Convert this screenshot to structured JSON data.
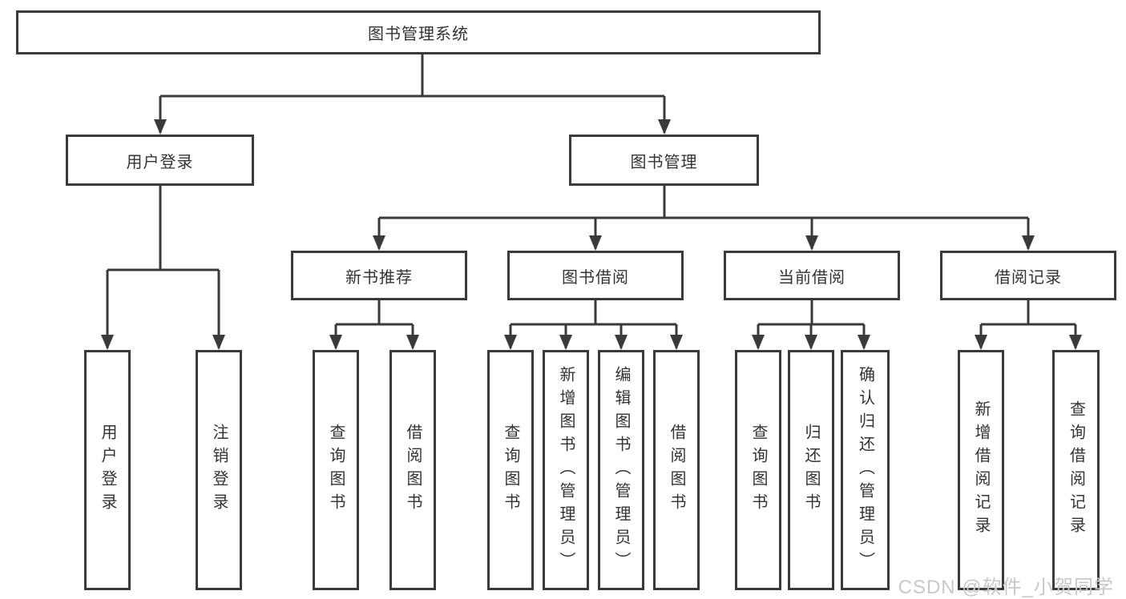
{
  "diagram": {
    "root": {
      "label": "图书管理系统"
    },
    "level2": [
      {
        "label": "用户登录"
      },
      {
        "label": "图书管理"
      }
    ],
    "level3": [
      {
        "label": "新书推荐"
      },
      {
        "label": "图书借阅"
      },
      {
        "label": "当前借阅"
      },
      {
        "label": "借阅记录"
      }
    ],
    "leaves": {
      "user_login": [
        "用户登录",
        "注销登录"
      ],
      "new_book": [
        "查询图书",
        "借阅图书"
      ],
      "book_borrow": [
        "查询图书",
        "新增图书（管理员）",
        "编辑图书（管理员）",
        "借阅图书"
      ],
      "current_borrow": [
        "查询图书",
        "归还图书",
        "确认归还（管理员）"
      ],
      "borrow_record": [
        "新增借阅记录",
        "查询借阅记录"
      ]
    }
  },
  "watermark": "CSDN @软件_小贺同学",
  "colors": {
    "line": "#3a3a3a",
    "text": "#333333",
    "watermark": "#c8c8c8",
    "background": "#ffffff"
  }
}
